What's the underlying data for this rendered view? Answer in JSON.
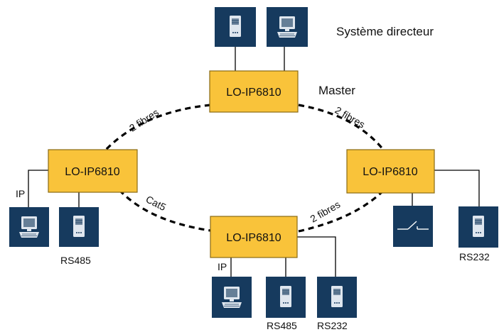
{
  "title": "Système directeur",
  "master_label": "Master",
  "nodes": {
    "top": "LO-IP6810",
    "left": "LO-IP6810",
    "right": "LO-IP6810",
    "bottom": "LO-IP6810"
  },
  "links": {
    "top_left": "2 fibres",
    "top_right": "2 fibres",
    "left_bottom": "Cat5",
    "bottom_right": "2 fibres"
  },
  "device_labels": {
    "left_ip": "IP",
    "left_rs485": "RS485",
    "right_rs232": "RS232",
    "bottom_ip": "IP",
    "bottom_rs485": "RS485",
    "bottom_rs232": "RS232"
  },
  "colors": {
    "node_fill": "#f9c33a",
    "device_fill": "#163a5e",
    "ring_stroke": "#000000"
  },
  "icons": [
    "server-icon",
    "computer-icon",
    "switch-icon"
  ]
}
